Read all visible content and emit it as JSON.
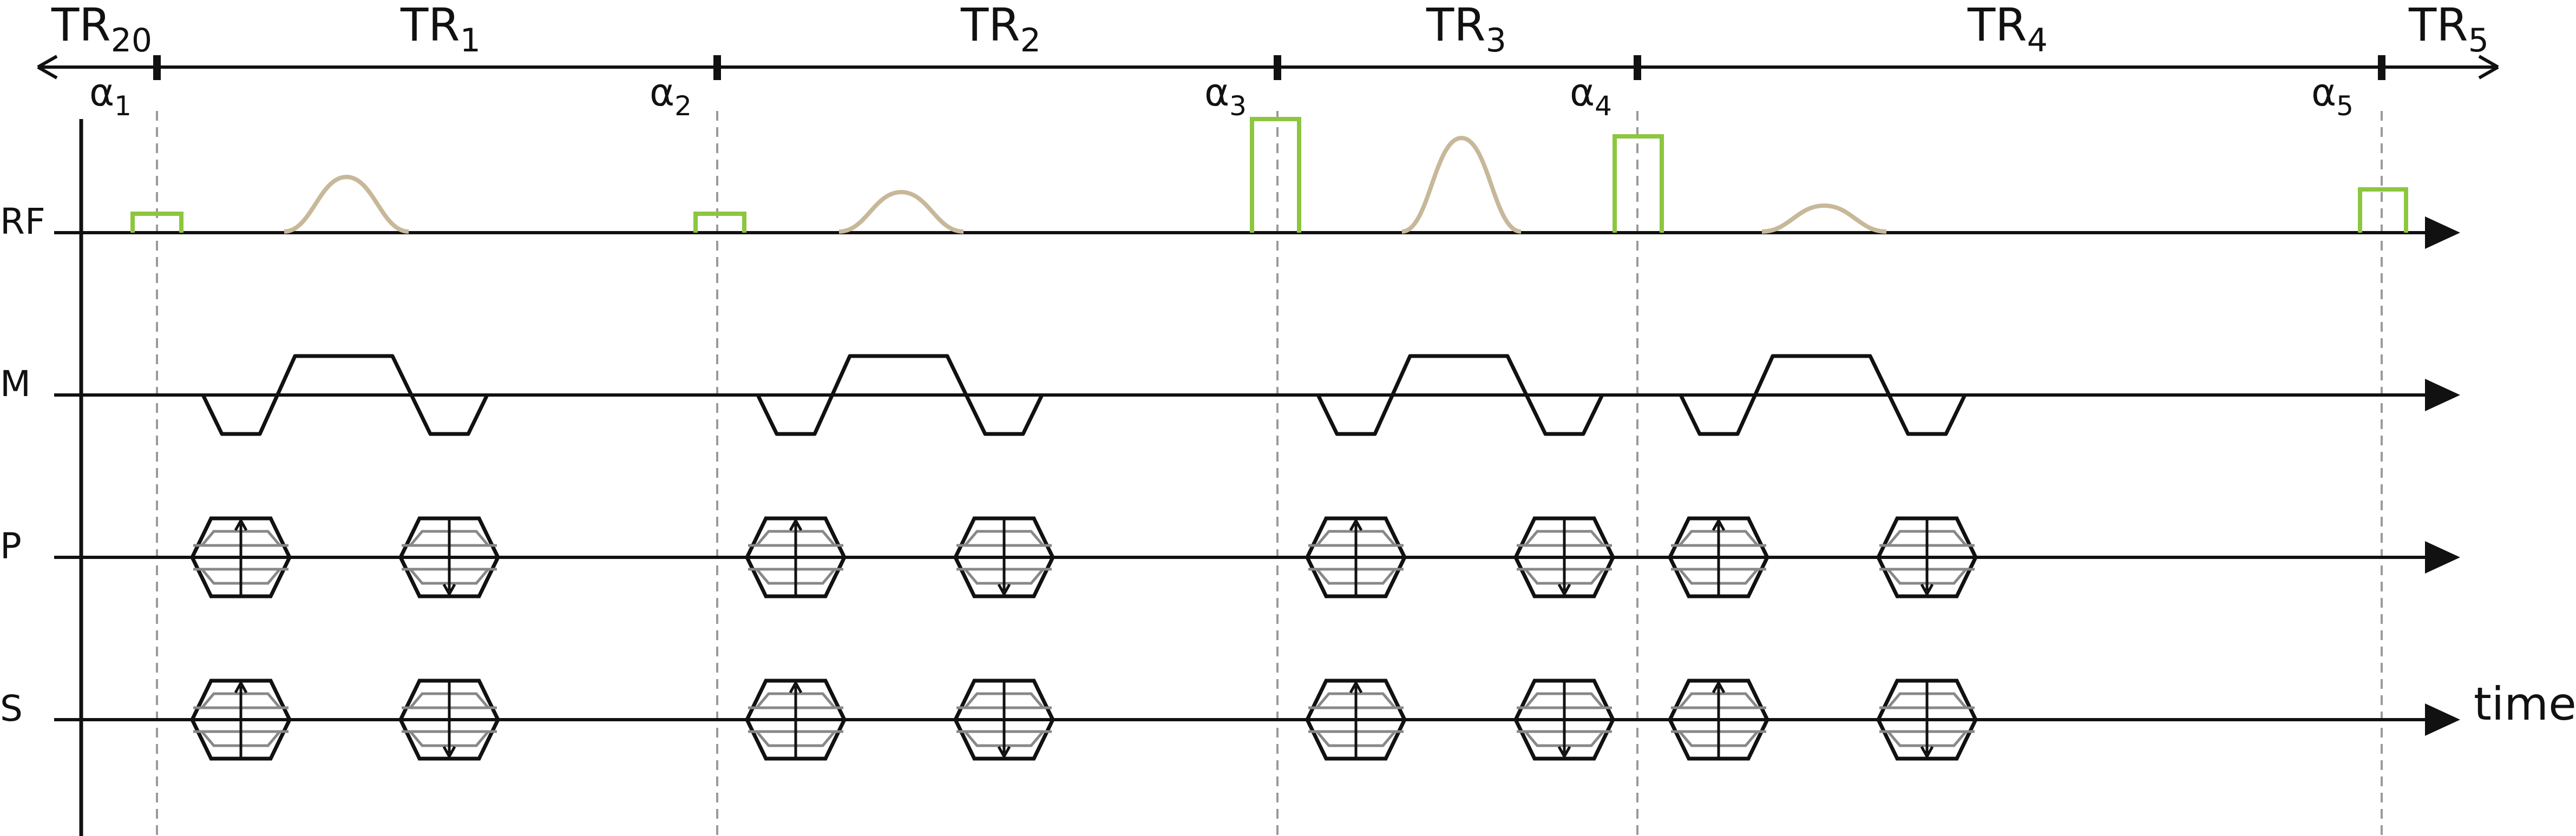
{
  "tr_labels": [
    {
      "base": "TR",
      "sub": "20"
    },
    {
      "base": "TR",
      "sub": "1"
    },
    {
      "base": "TR",
      "sub": "2"
    },
    {
      "base": "TR",
      "sub": "3"
    },
    {
      "base": "TR",
      "sub": "4"
    },
    {
      "base": "TR",
      "sub": "5"
    }
  ],
  "alpha_labels": [
    {
      "base": "α",
      "sub": "1"
    },
    {
      "base": "α",
      "sub": "2"
    },
    {
      "base": "α",
      "sub": "3"
    },
    {
      "base": "α",
      "sub": "4"
    },
    {
      "base": "α",
      "sub": "5"
    }
  ],
  "channel_labels": [
    "RF",
    "M",
    "P",
    "S"
  ],
  "time_label": "time",
  "colors": {
    "line": "#111111",
    "rf_pulse": "#8dc63f",
    "readout_pulse": "#c8b89a",
    "phase_encode_grey": "#888888",
    "guide": "#9a9a9a"
  },
  "flip_angle_relative_heights": [
    0.27,
    0.27,
    1.0,
    0.83,
    0.38
  ],
  "readout_relative_heights": [
    0.74,
    0.55,
    1.0,
    0.35
  ],
  "phase_encode_directions": [
    "up",
    "down"
  ]
}
